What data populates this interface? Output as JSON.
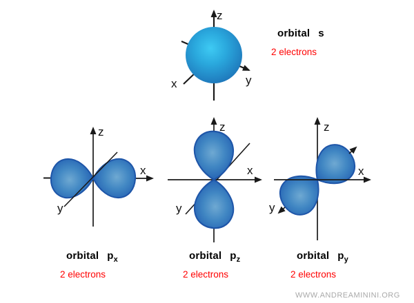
{
  "axes": {
    "x": "x",
    "y": "y",
    "z": "z"
  },
  "orbitals": {
    "s": {
      "name": "orbital",
      "symbol": "s",
      "subscript": "",
      "electrons": "2 electrons"
    },
    "px": {
      "name": "orbital",
      "symbol": "p",
      "subscript": "x",
      "electrons": "2 electrons"
    },
    "pz": {
      "name": "orbital",
      "symbol": "p",
      "subscript": "z",
      "electrons": "2 electrons"
    },
    "py": {
      "name": "orbital",
      "symbol": "p",
      "subscript": "y",
      "electrons": "2 electrons"
    }
  },
  "watermark": "WWW.ANDREAMININI.ORG",
  "colors": {
    "background": "#ffffff",
    "axis": "#1a1a1a",
    "orbital_label": "#000000",
    "electrons": "#ff0000",
    "watermark": "#a9a9a9",
    "sphere_center": "#3ecaf3",
    "sphere_mid": "#2aa8dd",
    "sphere_edge": "#1d72b7",
    "lobe_center": "#6fa9d2",
    "lobe_mid": "#4187c3",
    "lobe_edge": "#2968b6",
    "lobe_outline": "#1e55a8"
  }
}
